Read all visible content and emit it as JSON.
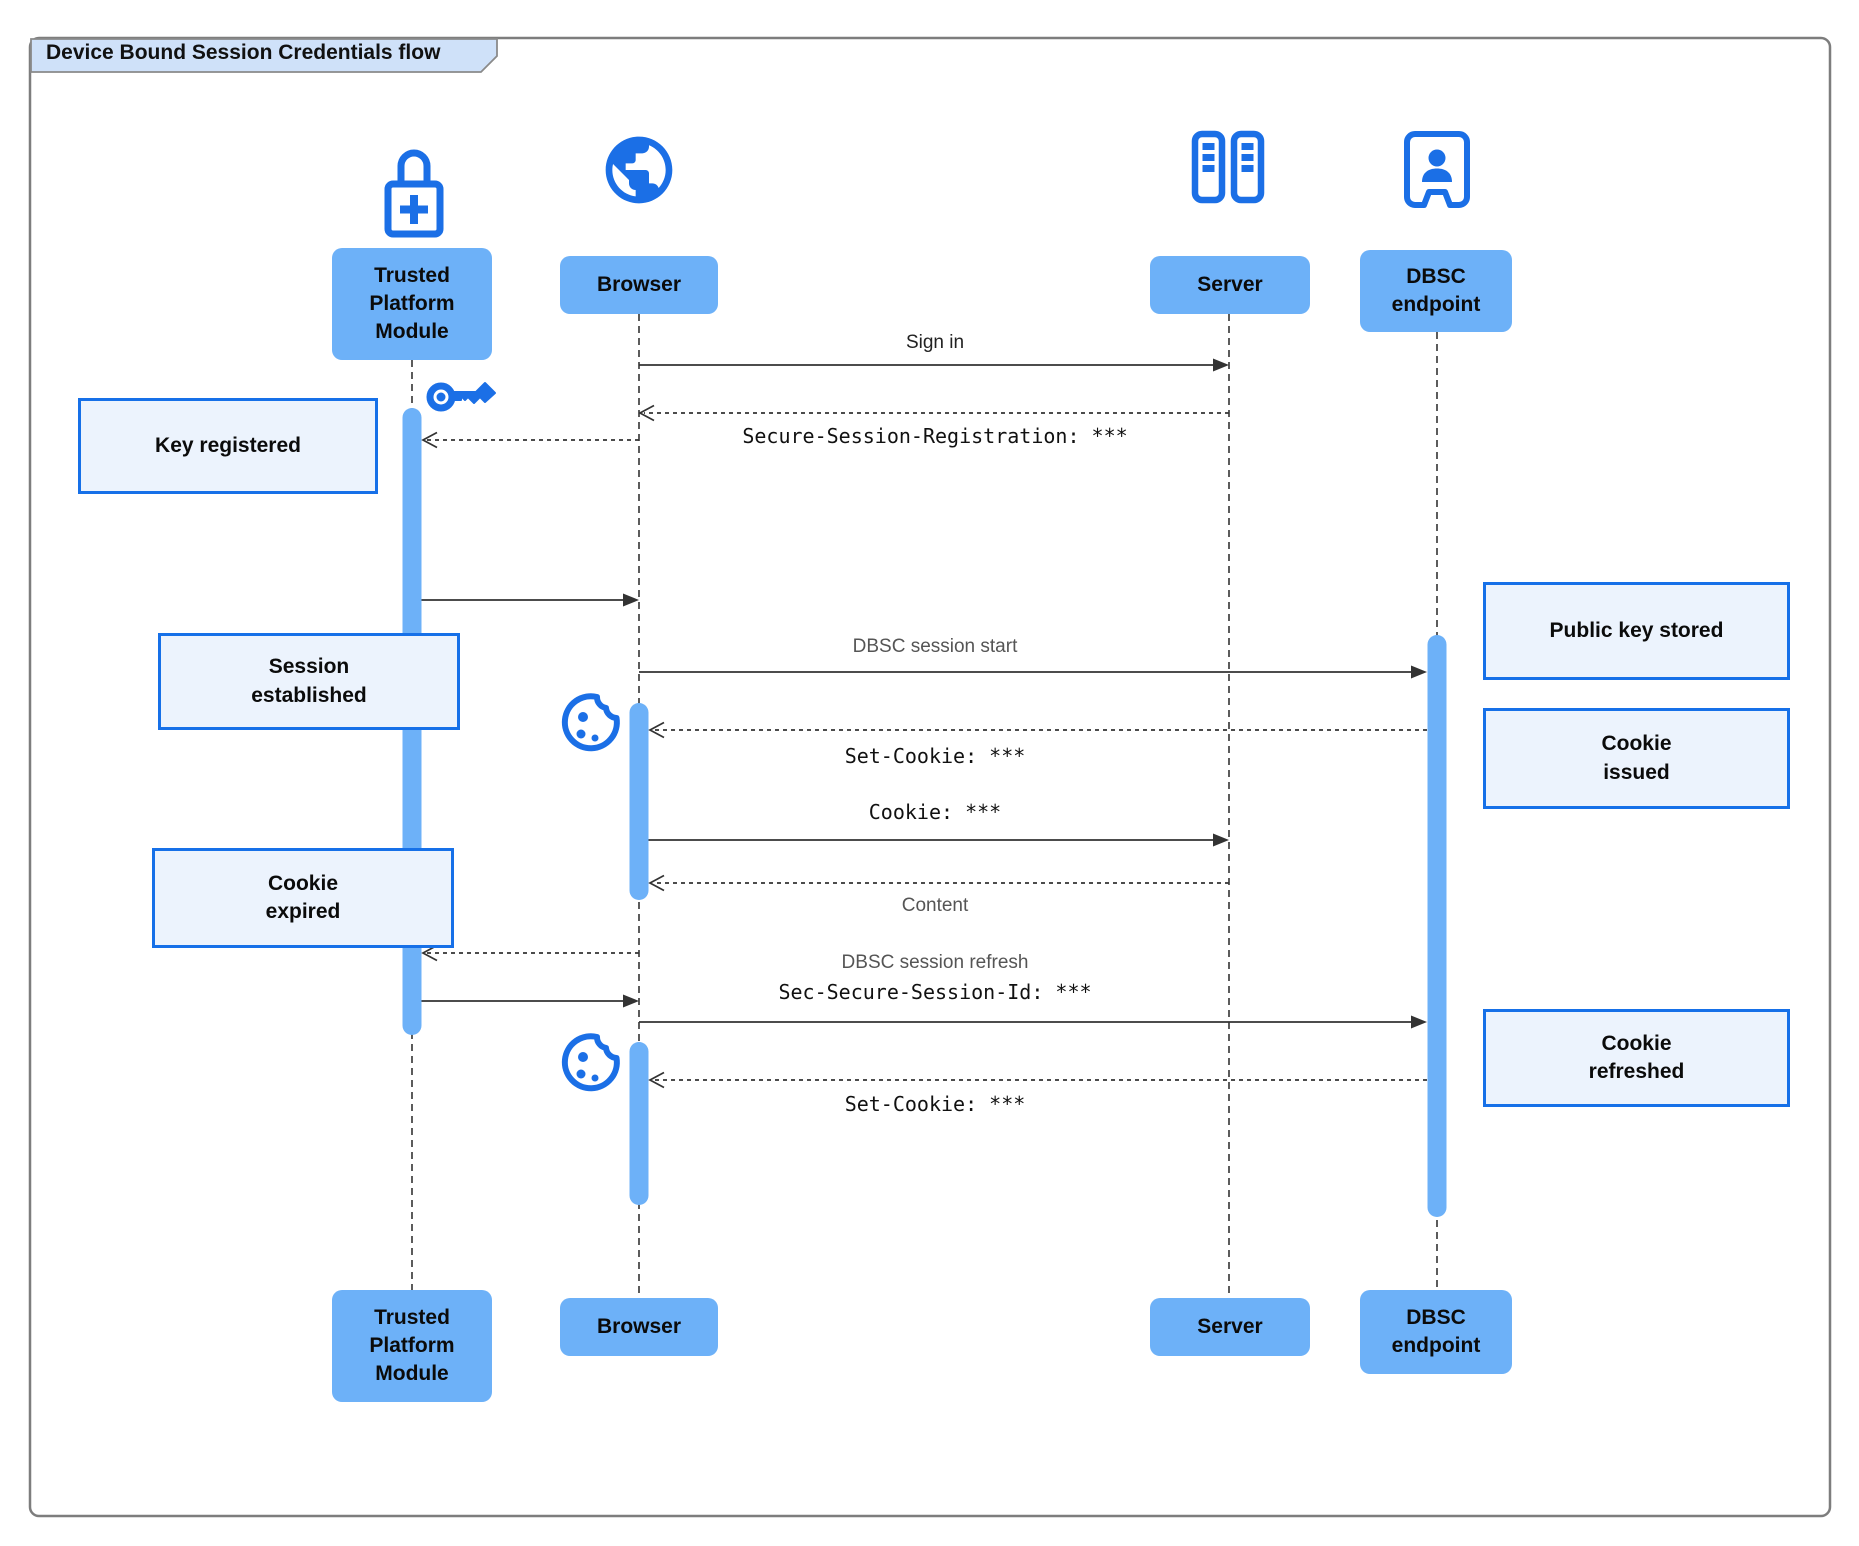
{
  "title": "Device Bound Session Credentials flow",
  "participants": [
    {
      "id": "tpm",
      "label": "Trusted\nPlatform\nModule",
      "icon": "lock-plus-icon"
    },
    {
      "id": "browser",
      "label": "Browser",
      "icon": "globe-icon"
    },
    {
      "id": "server",
      "label": "Server",
      "icon": "server-rack-icon"
    },
    {
      "id": "dbsc",
      "label": "DBSC\nendpoint",
      "icon": "id-badge-icon"
    }
  ],
  "messages": [
    {
      "from": "browser",
      "to": "server",
      "line": "solid",
      "text": "Sign in",
      "text_style": "plain"
    },
    {
      "from": "server",
      "to": "browser",
      "line": "dashed",
      "text": "Secure-Session-Registration: ***",
      "text_style": "code"
    },
    {
      "from": "browser",
      "to": "tpm",
      "line": "dashed",
      "text": ""
    },
    {
      "from": "tpm",
      "to": "browser",
      "line": "solid",
      "text": ""
    },
    {
      "from": "browser",
      "to": "dbsc",
      "line": "solid",
      "text": "DBSC session start",
      "text_style": "plain"
    },
    {
      "from": "dbsc",
      "to": "browser",
      "line": "dashed",
      "text": "Set-Cookie: ***",
      "text_style": "code"
    },
    {
      "from": "browser",
      "to": "server",
      "line": "solid",
      "text": "Cookie: ***",
      "text_style": "code"
    },
    {
      "from": "server",
      "to": "browser",
      "line": "dashed",
      "text": "Content",
      "text_style": "plain"
    },
    {
      "from": "browser",
      "to": "tpm",
      "line": "dashed",
      "text": ""
    },
    {
      "from": "tpm",
      "to": "browser",
      "line": "solid",
      "text": ""
    },
    {
      "from": "browser",
      "to": "dbsc",
      "line": "solid",
      "text": "DBSC session refresh",
      "text2": "Sec-Secure-Session-Id: ***",
      "text_style": "plain+code"
    },
    {
      "from": "dbsc",
      "to": "browser",
      "line": "dashed",
      "text": "Set-Cookie: ***",
      "text_style": "code"
    }
  ],
  "notes": [
    {
      "id": "key-registered",
      "text": "Key registered",
      "side": "left-of-tpm"
    },
    {
      "id": "session-established",
      "text": "Session\nestablished",
      "side": "over-tpm"
    },
    {
      "id": "cookie-expired",
      "text": "Cookie\nexpired",
      "side": "over-tpm"
    },
    {
      "id": "public-key-stored",
      "text": "Public key stored",
      "side": "right-of-dbsc"
    },
    {
      "id": "cookie-issued",
      "text": "Cookie\nissued",
      "side": "right-of-dbsc"
    },
    {
      "id": "cookie-refreshed",
      "text": "Cookie\nrefreshed",
      "side": "right-of-dbsc"
    }
  ],
  "decorations": [
    {
      "icon": "key-icon",
      "near": "tpm-activation-start"
    },
    {
      "icon": "cookie-icon",
      "near": "browser-first-set-cookie"
    },
    {
      "icon": "cookie-icon",
      "near": "browser-second-set-cookie"
    }
  ],
  "colors": {
    "icon_blue": "#1b6fe6",
    "fill_blue": "#6db1f8",
    "note_fill": "#ecf3fd",
    "note_border": "#1670e8",
    "tab_fill": "#cfe1f9",
    "frame_border": "#7d7d7d",
    "line": "#333333"
  }
}
